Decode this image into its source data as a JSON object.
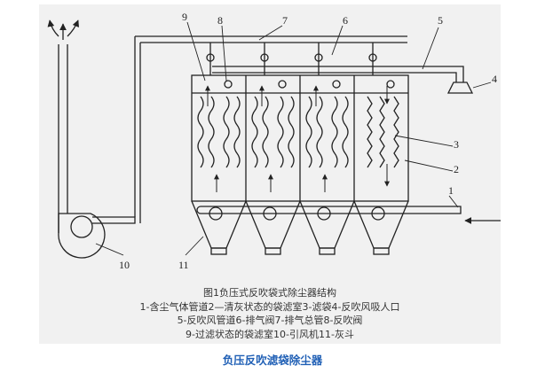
{
  "diagram": {
    "callouts": {
      "n1": "1",
      "n2": "2",
      "n3": "3",
      "n4": "4",
      "n5": "5",
      "n6": "6",
      "n7": "7",
      "n8": "8",
      "n9": "9",
      "n10": "10",
      "n11": "11"
    }
  },
  "legend": {
    "title": "图1负压式反吹袋式除尘器结构",
    "line1": "1-含尘气体管道2—清灰状态的袋滤室3-滤袋4-反吹风吸人口",
    "line2": "5-反吹风管道6-排气阀7-排气总管8-反吹阀",
    "line3": "9-过滤状态的袋滤室10-引风机11-灰斗"
  },
  "caption": "负压反吹滤袋除尘器"
}
